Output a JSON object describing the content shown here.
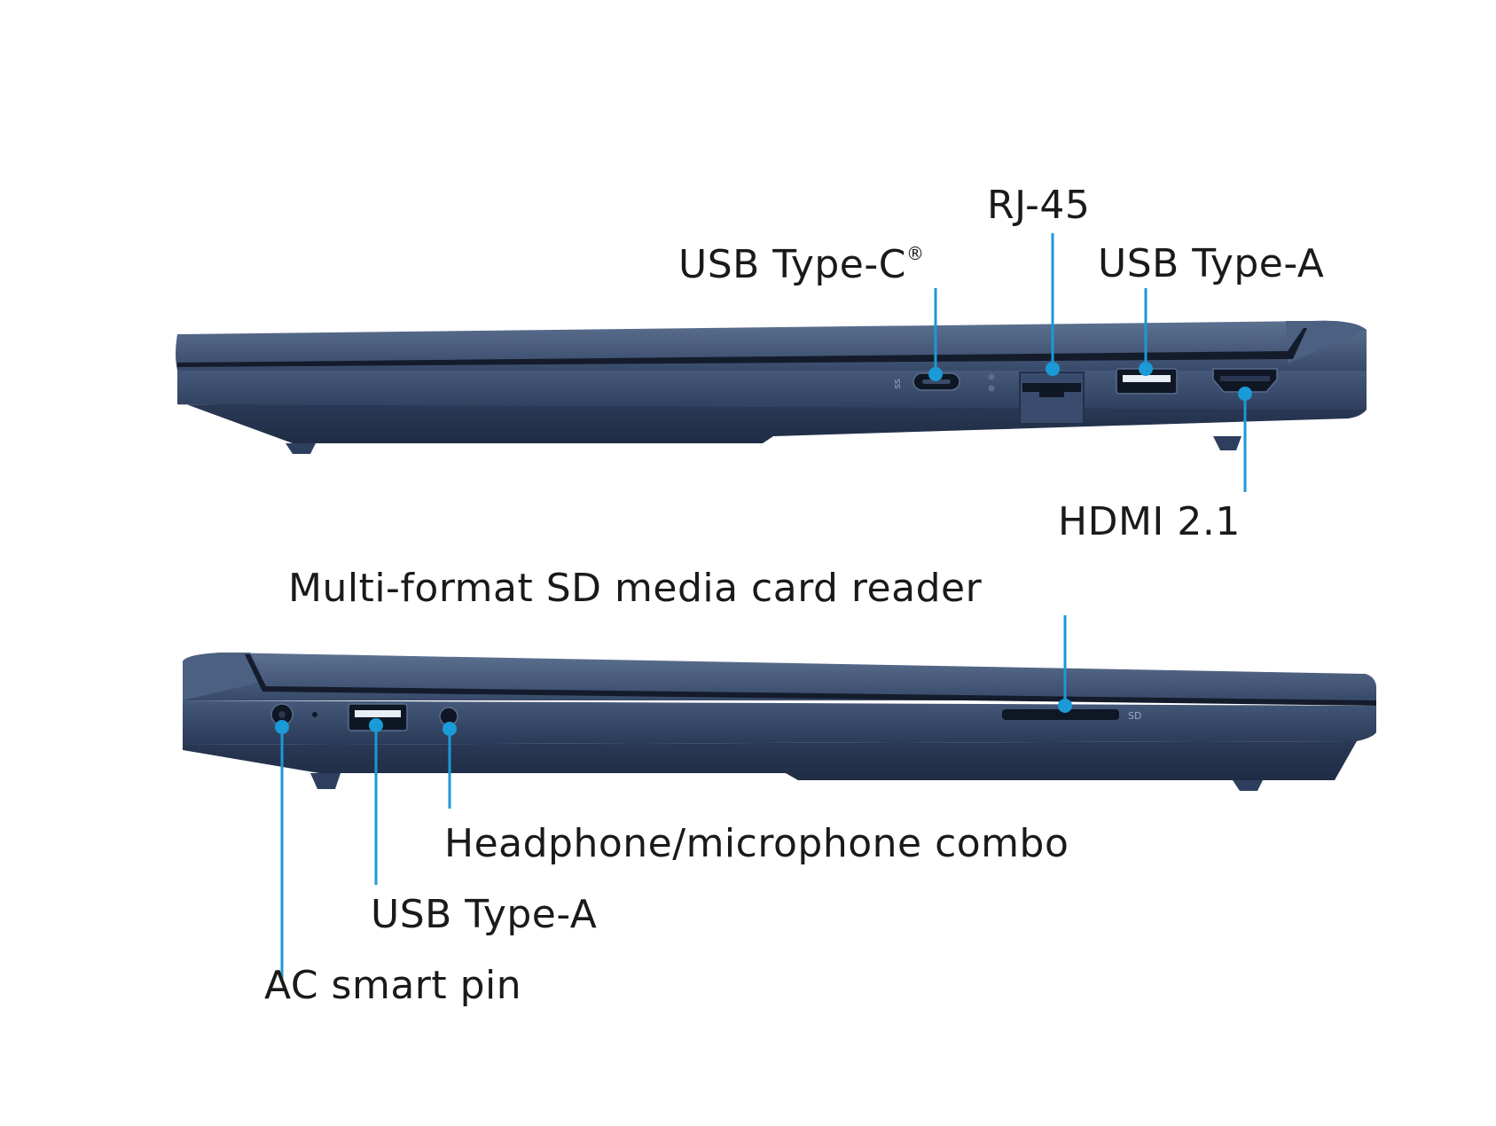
{
  "figure": {
    "accent_color": "#1a9ad6",
    "body_color": "#2c3d5c",
    "right_side": {
      "labels": {
        "usb_c": "USB Type-C",
        "usb_c_mark": "®",
        "rj45": "RJ-45",
        "usb_a": "USB Type-A",
        "hdmi": "HDMI 2.1"
      }
    },
    "left_side": {
      "labels": {
        "sd": "Multi-format SD media card reader",
        "audio": "Headphone/microphone combo",
        "usb_a": "USB Type-A",
        "ac": "AC smart pin"
      },
      "sd_slot_mark": "SD"
    }
  }
}
